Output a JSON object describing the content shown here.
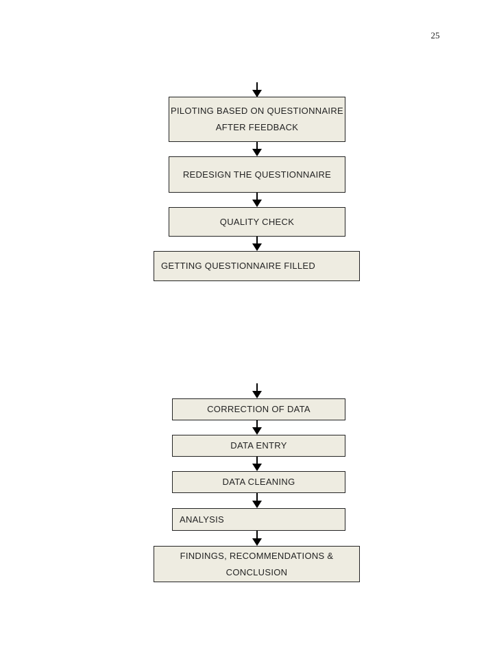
{
  "page": {
    "number": "25"
  },
  "flow_top": {
    "steps": [
      "PILOTING BASED ON QUESTIONNAIRE AFTER FEEDBACK",
      "REDESIGN THE QUESTIONNAIRE",
      "QUALITY CHECK",
      "GETTING QUESTIONNAIRE FILLED"
    ]
  },
  "flow_bottom": {
    "steps": [
      "CORRECTION OF DATA",
      "DATA ENTRY",
      "DATA CLEANING",
      "ANALYSIS",
      "FINDINGS, RECOMMENDATIONS & CONCLUSION"
    ]
  },
  "colors": {
    "box_fill": "#eeece1",
    "box_border": "#222222",
    "arrow": "#000000"
  }
}
